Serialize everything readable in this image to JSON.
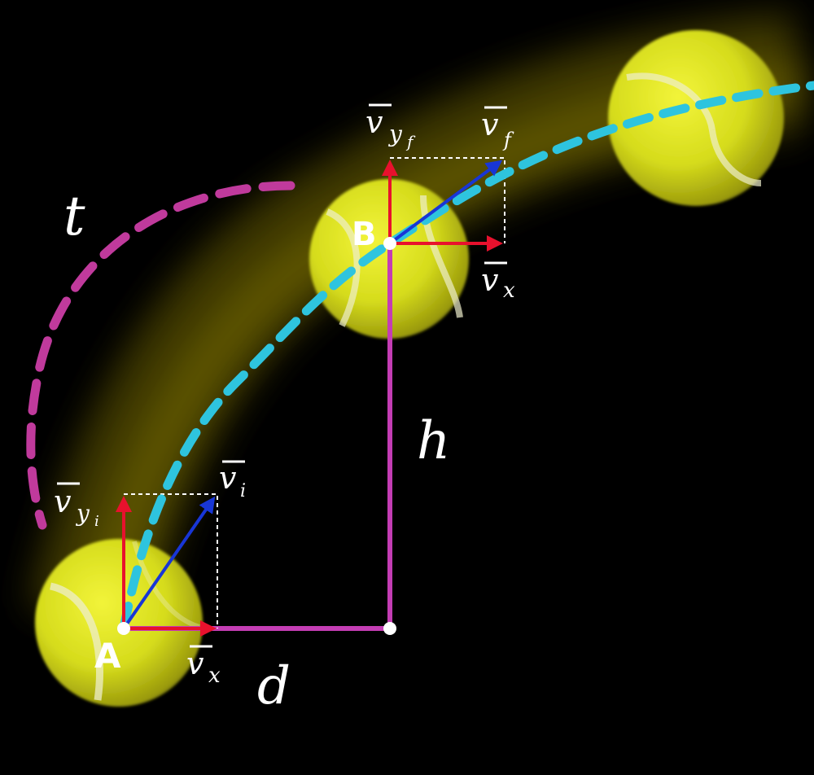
{
  "diagram": {
    "points": {
      "a": "A",
      "b": "B"
    },
    "labels": {
      "time": "t",
      "height": "h",
      "distance": "d",
      "v_sym": "v",
      "sub_i": "i",
      "sub_f": "f",
      "sub_x": "x",
      "sub_y": "y"
    },
    "colors": {
      "background": "#000000",
      "ball": "#dde21e",
      "ball_shadow": "#8a8a0a",
      "ball_seam": "#eeeecc",
      "blur_trail": "#6b6200",
      "trajectory": "#2ec4de",
      "time_arc": "#c03a9c",
      "measure_lines": "#c43db4",
      "component_vectors": "#e8112d",
      "velocity_vectors": "#1836d6",
      "guide_lines": "#ffffff"
    }
  }
}
